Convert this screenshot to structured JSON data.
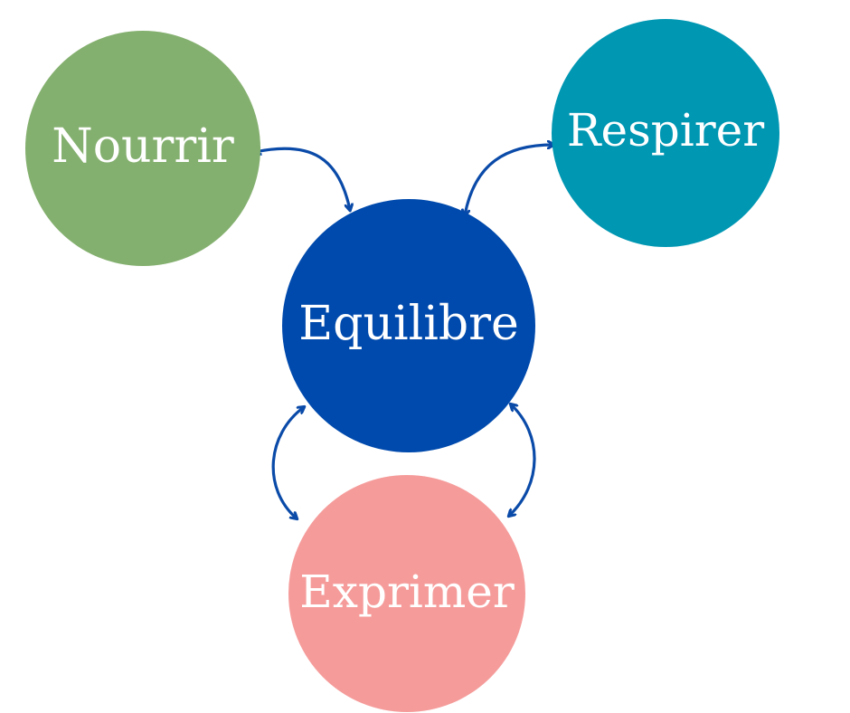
{
  "colors": {
    "background": "#ffffff",
    "arrow": "#0a4aa8",
    "label_text": "#ffffff"
  },
  "nodes": {
    "nourrir": {
      "label": "Nourrir",
      "color": "#84b06f"
    },
    "respirer": {
      "label": "Respirer",
      "color": "#0097b3"
    },
    "equilibre": {
      "label": "Equilibre",
      "color": "#004aad"
    },
    "exprimer": {
      "label": "Exprimer",
      "color": "#f59c9b"
    }
  },
  "connections": [
    {
      "from": "nourrir",
      "to": "equilibre",
      "direction": "both"
    },
    {
      "from": "respirer",
      "to": "equilibre",
      "direction": "both"
    },
    {
      "from": "equilibre",
      "to": "exprimer",
      "direction": "both",
      "side": "left"
    },
    {
      "from": "equilibre",
      "to": "exprimer",
      "direction": "both",
      "side": "right"
    }
  ]
}
